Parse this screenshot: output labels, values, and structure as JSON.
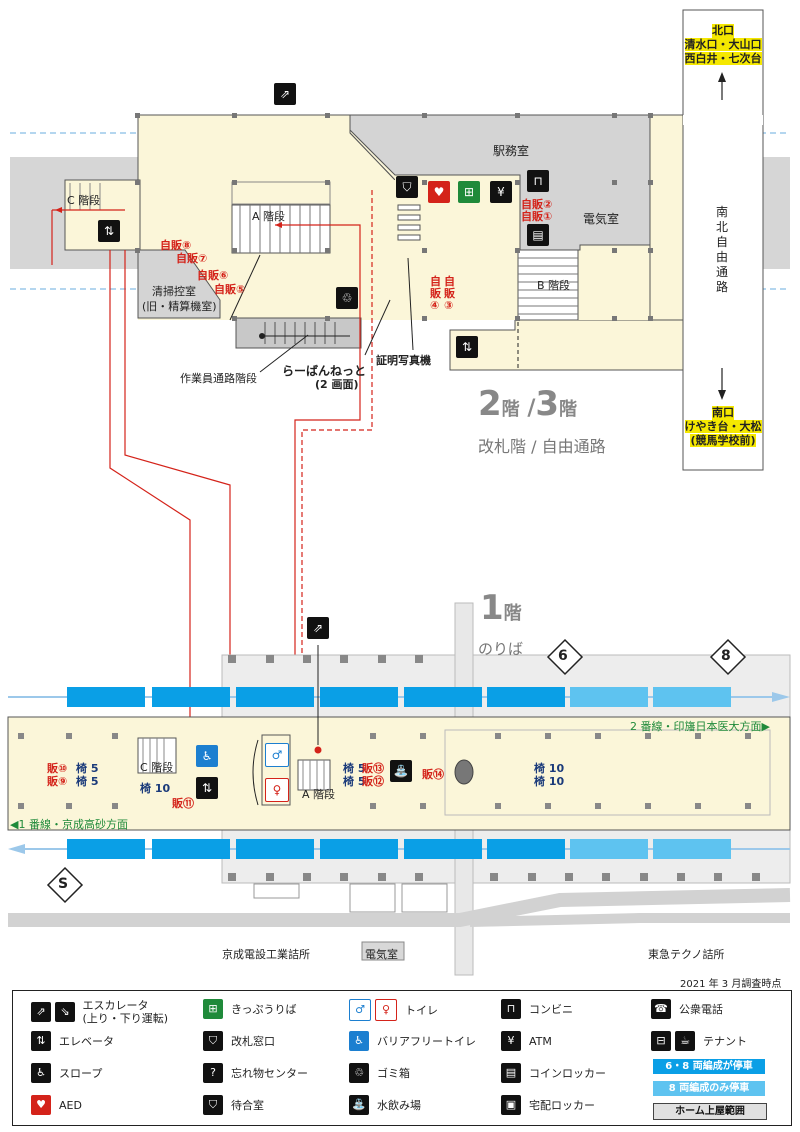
{
  "floor_upper": {
    "floor_num_a": "2",
    "floor_kai_a": "階",
    "floor_num_b": "3",
    "floor_kai_b": "階",
    "floor_name": "改札階 / 自由通路",
    "rooms": {
      "ekimu": "駅務室",
      "denki": "電気室",
      "seisou_1": "清掃控室",
      "seisou_2": "(旧・精算機室)",
      "sagyou": "作業員通路階段",
      "raban_1": "らーばんねっと",
      "raban_2": "(2 画面)",
      "shomei": "証明写真機"
    },
    "stairs": {
      "a": "A 階段",
      "b": "B 階段",
      "c": "C 階段"
    },
    "vending": {
      "v8": "自販⑧",
      "v7": "自販⑦",
      "v6": "自販⑥",
      "v5": "自販⑤",
      "v2": "自販②",
      "v1": "自販①",
      "v43_col1": "自販",
      "v43_col2": "④",
      "v43_col3": "自販",
      "v43_col4": "③"
    },
    "passage": "南北自由通路",
    "north_exit": {
      "title": "北口",
      "line1": "清水口・大山口",
      "line2": "西白井・七次台"
    },
    "south_exit": {
      "title": "南口",
      "line1": "けやき台・大松",
      "line2": "(競馬学校前)"
    }
  },
  "floor_lower": {
    "floor_num": "1",
    "floor_kai": "階",
    "floor_name": "のりば",
    "platform_6": "6",
    "platform_8": "8",
    "platform_s": "S",
    "dir_track2": "2 番線・印旛日本医大方面▶",
    "dir_track1": "◀1 番線・京成高砂方面",
    "stair_a": "A 階段",
    "stair_c": "C 階段",
    "benches": {
      "b1_v": "販⑩",
      "b1_c": "椅 5",
      "b2_v": "販⑨",
      "b2_c": "椅 5",
      "b3": "椅 10",
      "b4_c": "椅 5",
      "b4_v": "販⑬",
      "b5_c": "椅 5",
      "b5_v": "販⑫",
      "b6": "販⑭",
      "b7": "椅 10",
      "b8": "椅 10",
      "b9": "販⑪"
    },
    "buildings": {
      "keisei": "京成電設工業詰所",
      "denki": "電気室",
      "tokyu": "東急テクノ詰所"
    }
  },
  "survey_note": "2021 年 3 月調査時点",
  "legend": {
    "escalator_1": "エスカレータ",
    "escalator_2": "(上り・下り運転)",
    "elevator": "エレベータ",
    "slope": "スロープ",
    "aed": "AED",
    "kippu": "きっぷうりば",
    "kaisatsu": "改札窓口",
    "wasuremono": "忘れ物センター",
    "machiai": "待合室",
    "toilet": "トイレ",
    "barrierfree": "バリアフリートイレ",
    "gomi": "ゴミ箱",
    "mizu": "水飲み場",
    "conveni": "コンビニ",
    "atm": "ATM",
    "coin": "コインロッカー",
    "takuhai": "宅配ロッカー",
    "phone": "公衆電話",
    "tenant": "テナント",
    "car68": "6・8 両編成が停車",
    "car8": "8 両編成のみ停車",
    "roof": "ホーム上屋範囲"
  },
  "icon_names": [
    "escalator-icon",
    "elevator-icon",
    "slope-icon",
    "aed-icon",
    "ticket-machine-icon",
    "ticket-window-icon",
    "lost-found-icon",
    "waiting-room-icon",
    "toilet-icon",
    "barrier-free-toilet-icon",
    "trash-icon",
    "water-fountain-icon",
    "convenience-store-icon",
    "atm-icon",
    "coin-locker-icon",
    "delivery-locker-icon",
    "payphone-icon",
    "tenant-icon"
  ],
  "colors": {
    "concourse": "#fbf6d9",
    "office": "#d4d4d4",
    "track_blue": "#0a9fe6",
    "track_light": "#5ec3f0",
    "route_red": "#d4231a",
    "vending_red": "#d4231a",
    "bench_navy": "#1a3a7a",
    "exit_yellow": "#f5e800"
  }
}
